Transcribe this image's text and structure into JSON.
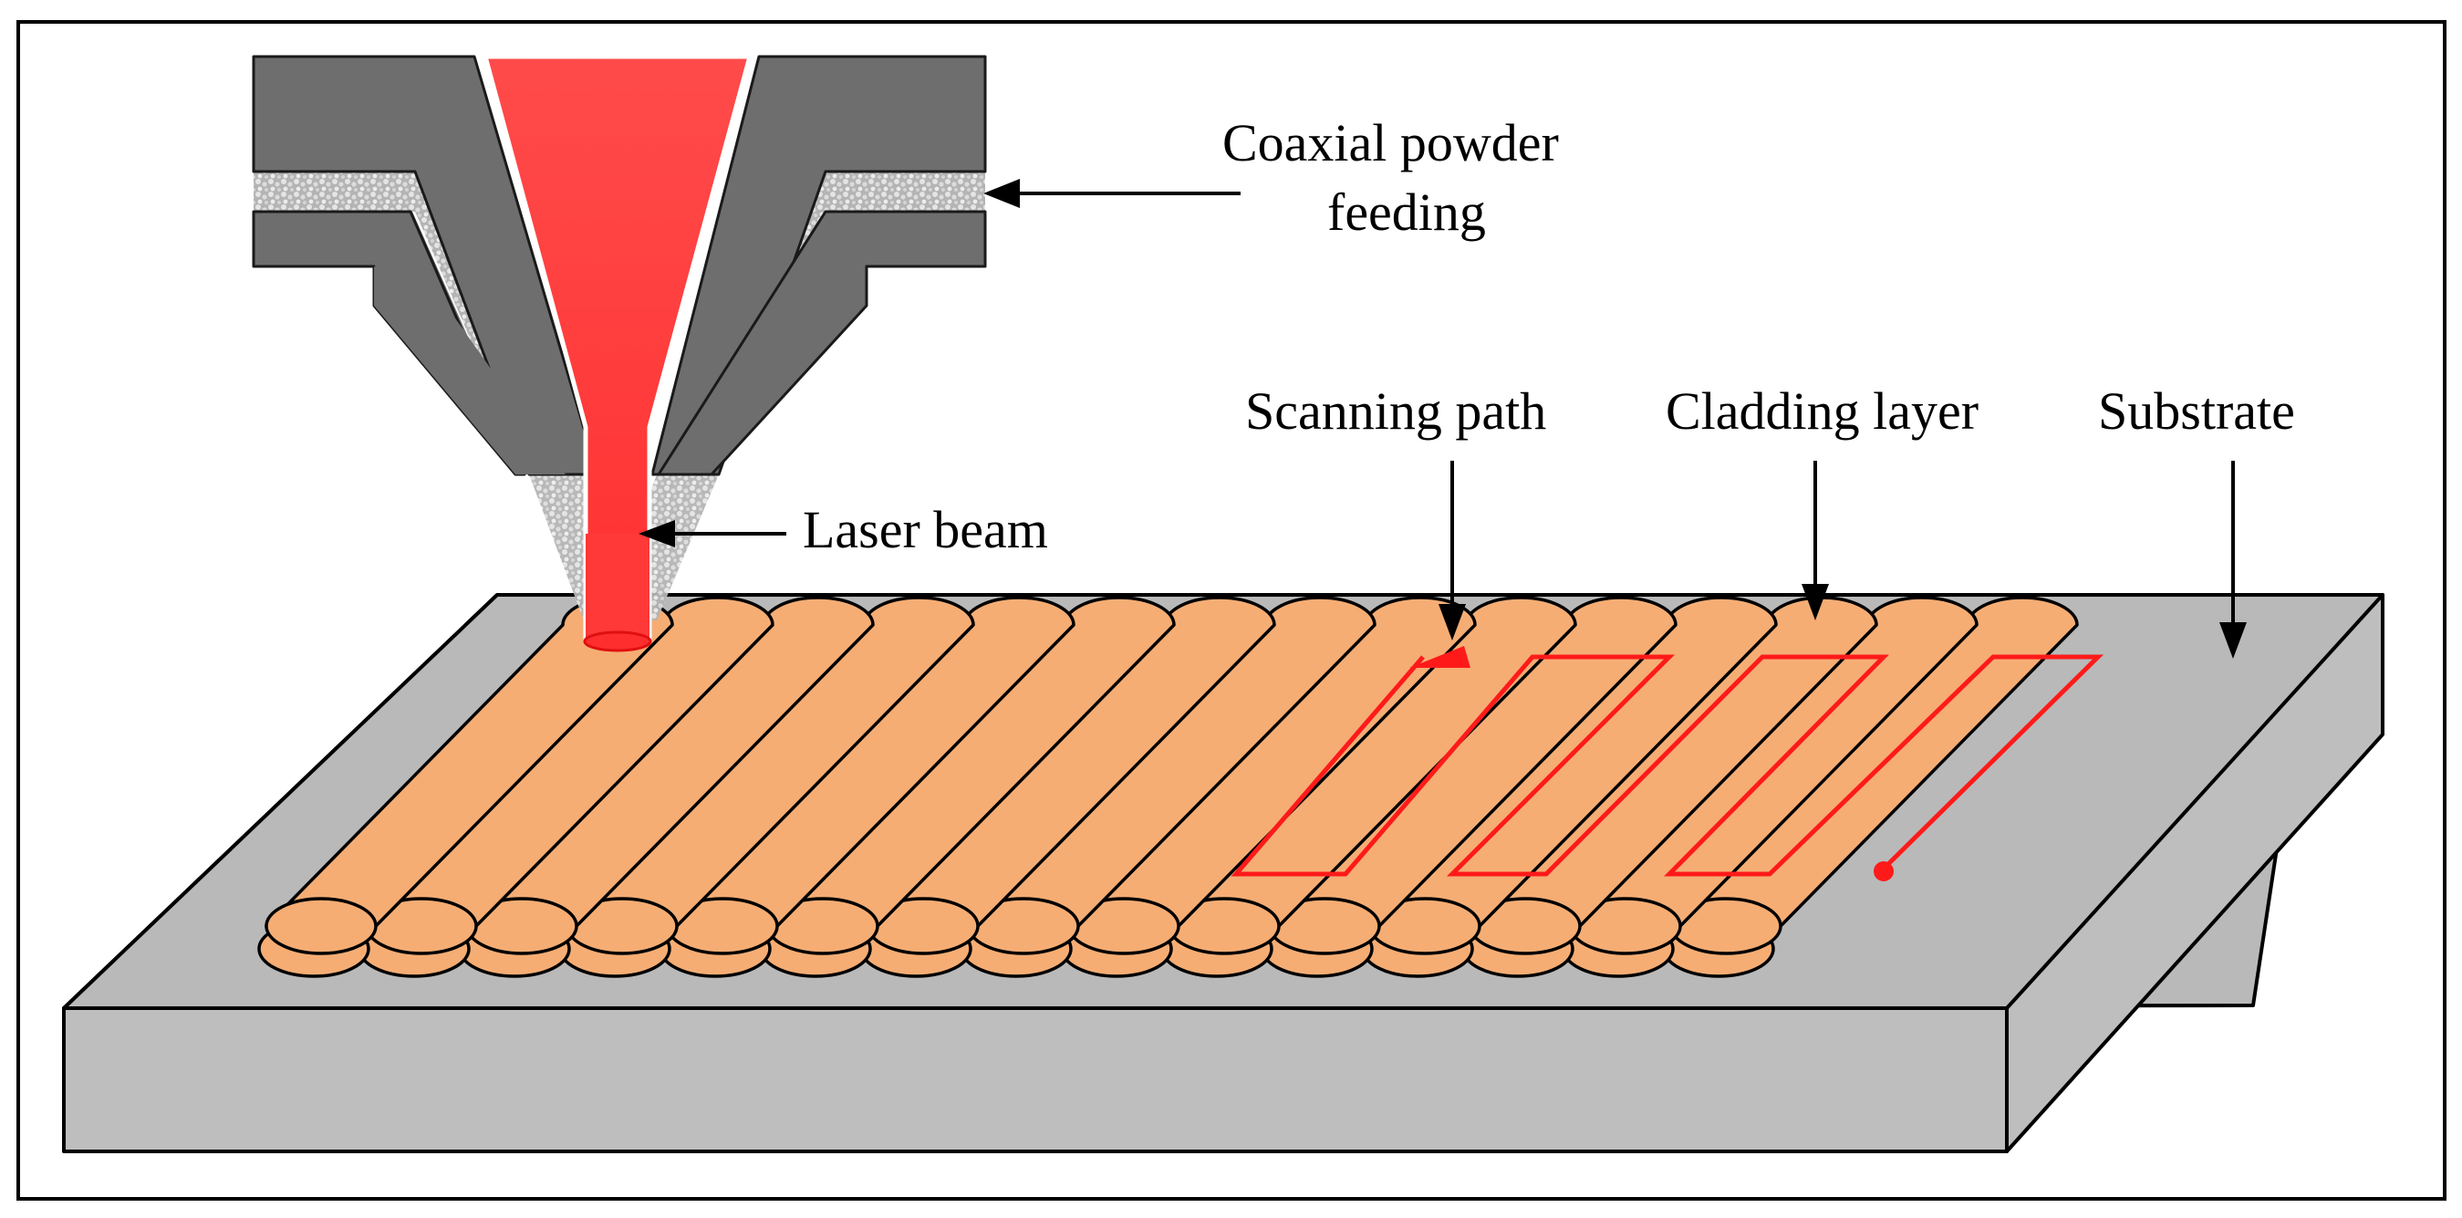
{
  "labels": {
    "coaxial_line1": "Coaxial powder",
    "coaxial_line2": "feeding",
    "laser_beam": "Laser beam",
    "scanning_path": "Scanning path",
    "cladding_layer": "Cladding layer",
    "substrate": "Substrate"
  },
  "track_count": 15,
  "colors": {
    "nozzle": "#6e6e6e",
    "powder": "#c8c8c8",
    "laser": "#ff4a4a",
    "track": "#f5ad74",
    "substrate_top": "#b9b9b9",
    "substrate_side": "#bebebe",
    "scan_path": "#ff1a1a"
  }
}
